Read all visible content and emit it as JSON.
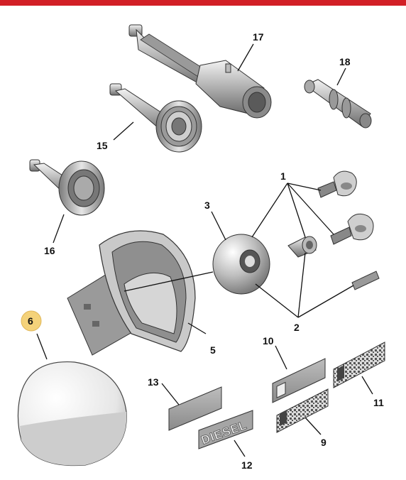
{
  "callouts": {
    "c1": "1",
    "c2": "2",
    "c3": "3",
    "c5": "5",
    "c6": "6",
    "c9": "9",
    "c10": "10",
    "c11": "11",
    "c12": "12",
    "c13": "13",
    "c15": "15",
    "c16": "16",
    "c17": "17",
    "c18": "18"
  },
  "label_text": {
    "diesel": "DIESEL"
  },
  "colors": {
    "header_bar": "#d21f26",
    "highlight_circle": "#f4d27a",
    "metal_dark": "#6e6e6e",
    "metal_mid": "#a9a9a9",
    "metal_light": "#e6e6e6"
  }
}
